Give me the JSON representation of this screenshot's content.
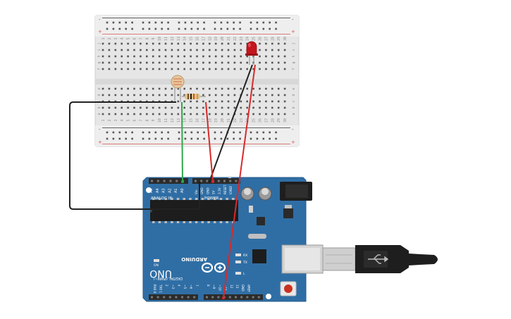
{
  "breadboard": {
    "column_numbers": [
      "1",
      "2",
      "3",
      "4",
      "5",
      "6",
      "7",
      "8",
      "9",
      "10",
      "11",
      "12",
      "13",
      "14",
      "15",
      "16",
      "17",
      "18",
      "19",
      "20",
      "21",
      "22",
      "23",
      "24",
      "25",
      "26",
      "27",
      "28",
      "29",
      "30"
    ],
    "row_letters_top": [
      "j",
      "i",
      "h",
      "g",
      "f"
    ],
    "row_letters_bottom": [
      "e",
      "d",
      "c",
      "b",
      "a"
    ],
    "rail_plus": "+",
    "rail_minus": "-"
  },
  "arduino": {
    "brand": "ARDUINO",
    "model": "UNO",
    "on_label": "ON",
    "analog_in_label": "ANALOG IN",
    "power_label": "POWER",
    "digital_label": "DIGITAL (PWM~)",
    "analog_pins": [
      "A5",
      "A4",
      "A3",
      "A2",
      "A1",
      "A0"
    ],
    "power_pins": [
      "Vin",
      "GND",
      "GND",
      "5V",
      "3.3V",
      "RESET",
      "IOREF"
    ],
    "digital_pins": [
      "RX0 0",
      "TX0 1",
      "2",
      "~3",
      "4",
      "~5",
      "~6",
      "7",
      "8",
      "~9",
      "~10",
      "~11",
      "12",
      "13",
      "GND",
      "AREF"
    ],
    "led_labels": [
      "RX",
      "TX",
      "L"
    ]
  },
  "colors": {
    "board_blue": "#2f6ea5",
    "breadboard": "#e6e6e6",
    "wire_black": "#222222",
    "wire_red": "#d82a2a",
    "wire_green": "#2fa84a",
    "led_red": "#c4161c",
    "rail_red": "#d9534f"
  },
  "components": {
    "photoresistor": "photoresistor-icon",
    "resistor": "resistor-icon",
    "led": "led-icon",
    "usb_cable": "usb-cable-icon",
    "reset_button": "reset-button-icon"
  }
}
